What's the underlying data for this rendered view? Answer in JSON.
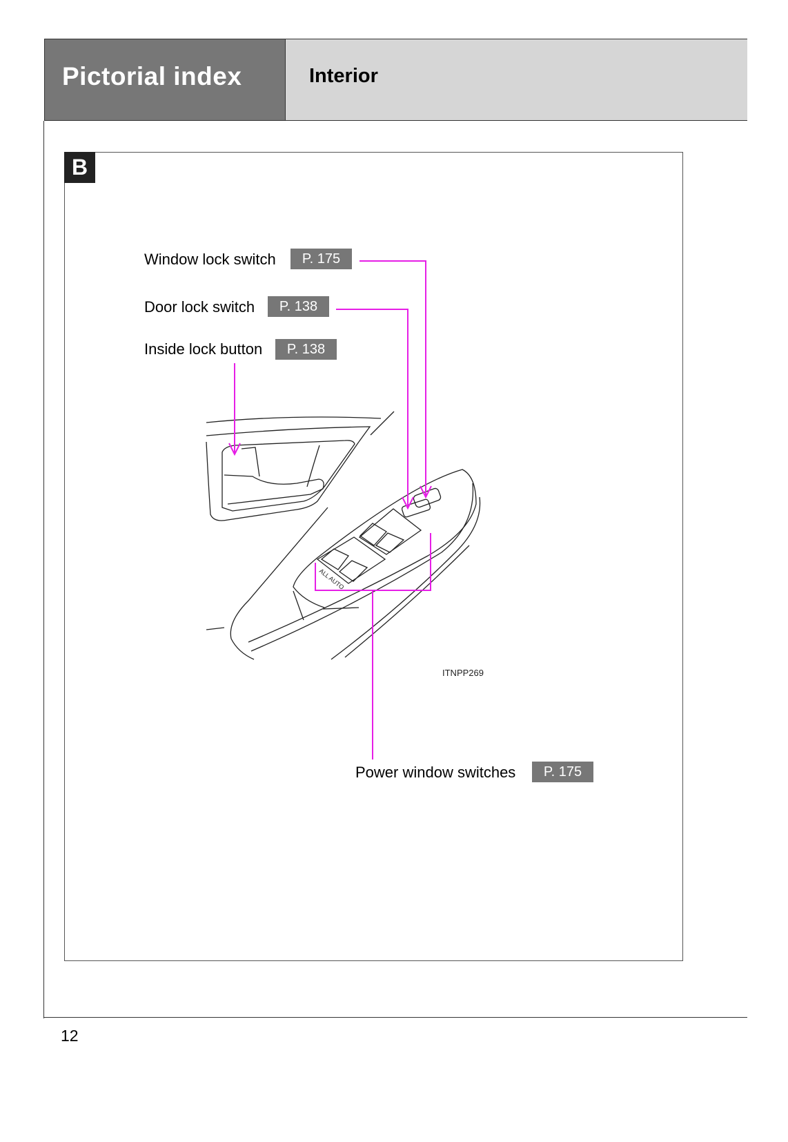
{
  "header": {
    "section": "Pictorial index",
    "subsection": "Interior"
  },
  "figure": {
    "badge": "B",
    "code": "ITNPP269",
    "callouts": [
      {
        "label": "Window lock switch",
        "page": "P. 175"
      },
      {
        "label": "Door lock switch",
        "page": "P. 138"
      },
      {
        "label": "Inside lock button",
        "page": "P. 138"
      },
      {
        "label": "Power window switches",
        "page": "P. 175"
      }
    ],
    "illustration_text": "ALL AUTO"
  },
  "footer": {
    "page_number": "12"
  },
  "colors": {
    "callout_line": "#e61ee6",
    "header_dark": "#777777",
    "header_light": "#d6d6d6",
    "page_badge": "#777777"
  }
}
